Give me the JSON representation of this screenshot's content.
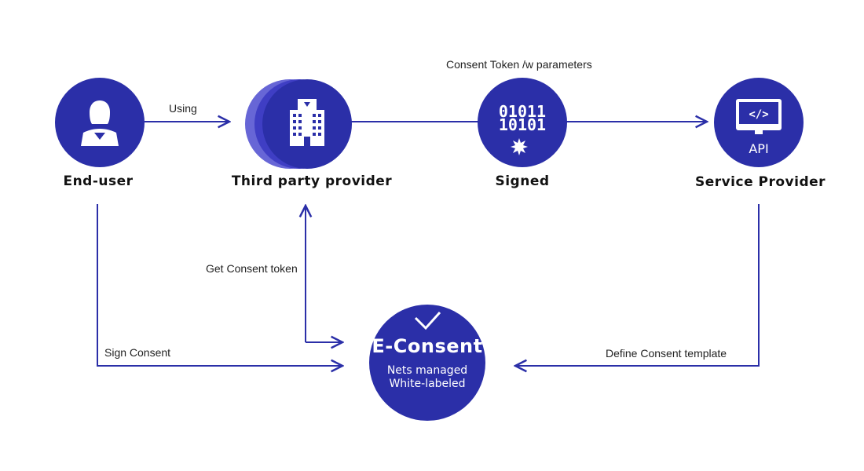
{
  "nodes": {
    "end_user": {
      "title": "End-user"
    },
    "third_party": {
      "title": "Third party provider"
    },
    "signed": {
      "title": "Signed",
      "binary_line1": "01011",
      "binary_line2": "10101"
    },
    "service_provider": {
      "title": "Service Provider",
      "api_label": "API",
      "code_glyph": "</>"
    },
    "econsent": {
      "title": "E-Consent",
      "line1": "Nets managed",
      "line2": "White-labeled"
    }
  },
  "edges": {
    "using": "Using",
    "consent_token": "Consent Token /w parameters",
    "get_consent_token": "Get Consent token",
    "sign_consent": "Sign Consent",
    "define_template": "Define Consent template"
  },
  "colors": {
    "primary": "#2B2FA8",
    "third_party_shadow": "#6766D6",
    "third_party_mid": "#3F3EC4",
    "arrow": "#2B2FA8"
  }
}
